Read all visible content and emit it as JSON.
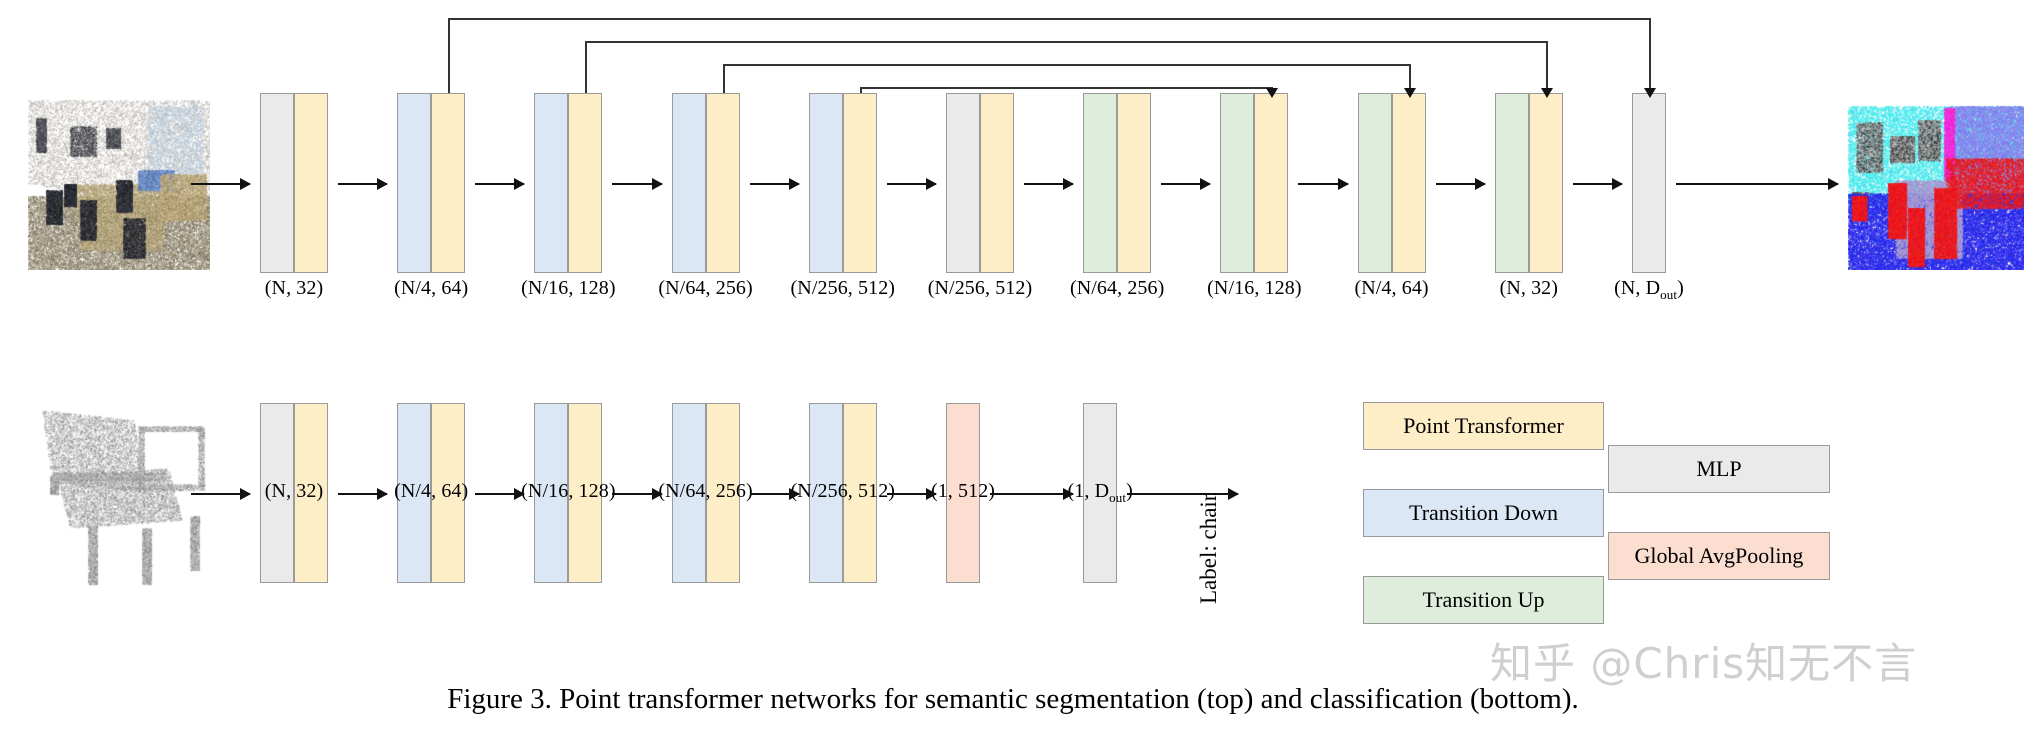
{
  "figure": {
    "caption": "Figure 3. Point transformer networks for semantic segmentation (top) and classification (bottom).",
    "watermark": "知乎 @Chris知无不言"
  },
  "segmentation_row": {
    "input_name": "point-cloud-room-input",
    "output_name": "point-cloud-room-segmented",
    "blocks": [
      {
        "label": "(N, 32)",
        "label_plain": "(N, 32)",
        "parts": [
          "mlp",
          "pt"
        ]
      },
      {
        "label": "(N/4, 64)",
        "label_plain": "(N/4, 64)",
        "parts": [
          "td",
          "pt"
        ]
      },
      {
        "label": "(N/16, 128)",
        "label_plain": "(N/16, 128)",
        "parts": [
          "td",
          "pt"
        ]
      },
      {
        "label": "(N/64, 256)",
        "label_plain": "(N/64, 256)",
        "parts": [
          "td",
          "pt"
        ]
      },
      {
        "label": "(N/256, 512)",
        "label_plain": "(N/256, 512)",
        "parts": [
          "td",
          "pt"
        ]
      },
      {
        "label": "(N/256, 512)",
        "label_plain": "(N/256, 512)",
        "parts": [
          "mlp",
          "pt"
        ]
      },
      {
        "label": "(N/64, 256)",
        "label_plain": "(N/64, 256)",
        "parts": [
          "tu",
          "pt"
        ]
      },
      {
        "label": "(N/16, 128)",
        "label_plain": "(N/16, 128)",
        "parts": [
          "tu",
          "pt"
        ]
      },
      {
        "label": "(N/4, 64)",
        "label_plain": "(N/4, 64)",
        "parts": [
          "tu",
          "pt"
        ]
      },
      {
        "label": "(N, 32)",
        "label_plain": "(N, 32)",
        "parts": [
          "tu",
          "pt"
        ]
      },
      {
        "label": "(N, Dout)",
        "label_plain": "(N, D",
        "label_sub": "out",
        "label_tail": ")",
        "parts": [
          "mlp"
        ]
      }
    ],
    "skip_connections": [
      {
        "from_block": 1,
        "to_block": 10
      },
      {
        "from_block": 2,
        "to_block": 9
      },
      {
        "from_block": 3,
        "to_block": 8
      },
      {
        "from_block": 4,
        "to_block": 7
      }
    ]
  },
  "classification_row": {
    "input_name": "point-cloud-chair-input",
    "output_label": "Label: chair",
    "blocks": [
      {
        "label": "(N, 32)",
        "parts": [
          "mlp",
          "pt"
        ]
      },
      {
        "label": "(N/4, 64)",
        "parts": [
          "td",
          "pt"
        ]
      },
      {
        "label": "(N/16, 128)",
        "parts": [
          "td",
          "pt"
        ]
      },
      {
        "label": "(N/64, 256)",
        "parts": [
          "td",
          "pt"
        ]
      },
      {
        "label": "(N/256, 512)",
        "parts": [
          "td",
          "pt"
        ]
      },
      {
        "label": "(1, 512)",
        "parts": [
          "gap"
        ]
      },
      {
        "label": "(1, Dout)",
        "label_plain": "(1, D",
        "label_sub": "out",
        "label_tail": ")",
        "parts": [
          "mlp"
        ]
      }
    ]
  },
  "legend": {
    "items": [
      {
        "key": "point_transformer",
        "label": "Point Transformer",
        "color": "#fdeec8"
      },
      {
        "key": "transition_down",
        "label": "Transition Down",
        "color": "#dbe7f4"
      },
      {
        "key": "transition_up",
        "label": "Transition Up",
        "color": "#dfeddd"
      },
      {
        "key": "mlp",
        "label": "MLP",
        "color": "#eaeaea"
      },
      {
        "key": "global_avgpooling",
        "label": "Global AvgPooling",
        "color": "#fbded0"
      }
    ]
  },
  "colors": {
    "point_transformer": "#fdeec8",
    "transition_down": "#dbe7f4",
    "transition_up": "#dfeddd",
    "mlp": "#eaeaea",
    "global_avgpooling": "#fbded0",
    "stroke": "#9a9a9a",
    "arrow": "#111111"
  }
}
